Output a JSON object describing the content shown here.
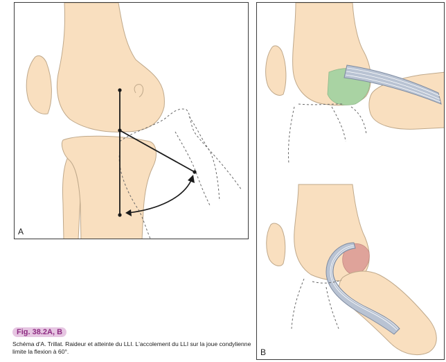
{
  "figure": {
    "label": "Fig. 38.2A, B",
    "caption": "Schéma d'A. Trillat. Raideur et atteinte du LLI. L'accolement du LLI sur la joue condylienne limite la flexion à 60°."
  },
  "panels": [
    {
      "letter": "A"
    },
    {
      "letter": "B"
    }
  ],
  "colors": {
    "bone": "#f9dfbf",
    "bone_outline": "#bfa88a",
    "ligament": "#b9c3d3",
    "contact_zone_extension": "#a9d3a3",
    "contact_zone_flexion": "#dfa39a",
    "label_bg": "#e6c6e2",
    "label_text": "#8e2c82"
  }
}
